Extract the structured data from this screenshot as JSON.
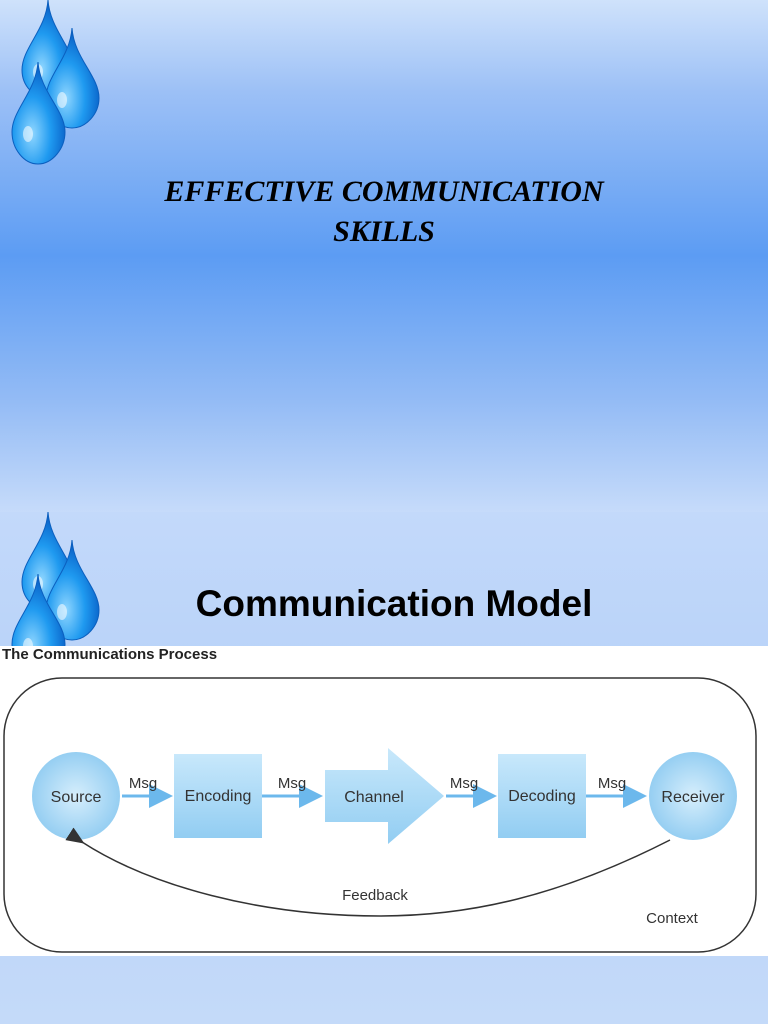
{
  "slide1": {
    "title_line1": "EFFECTIVE COMMUNICATION",
    "title_line2": "SKILLS"
  },
  "slide2": {
    "title": "Communication Model",
    "diagram": {
      "caption": "The Communications Process",
      "nodes": {
        "source": "Source",
        "encoding": "Encoding",
        "channel": "Channel",
        "decoding": "Decoding",
        "receiver": "Receiver"
      },
      "arrow_labels": [
        "Msg",
        "Msg",
        "Msg",
        "Msg"
      ],
      "feedback_label": "Feedback",
      "context_label": "Context"
    }
  },
  "colors": {
    "drop": "#1a8ee8",
    "node_fill": "#a9d8f5",
    "arrow": "#6cb8ec"
  },
  "icons": [
    "water-drop-icon"
  ]
}
